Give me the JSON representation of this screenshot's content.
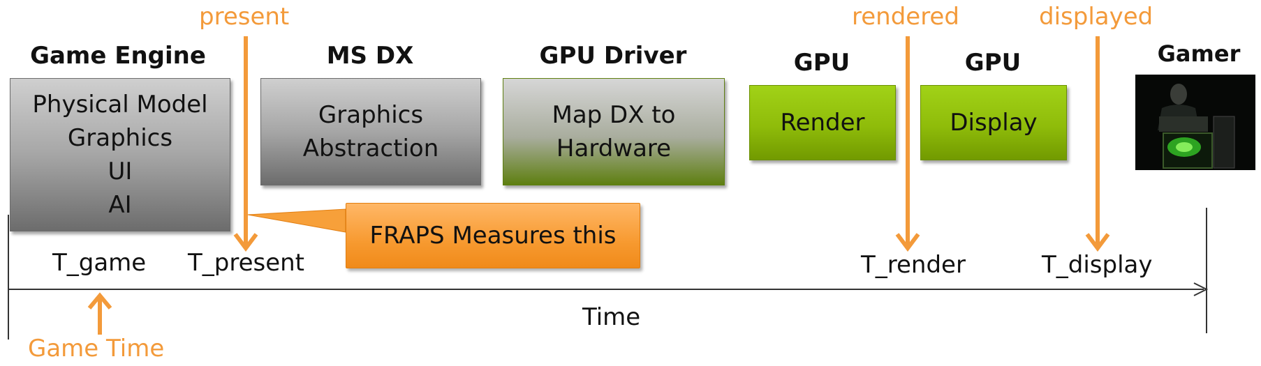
{
  "headings": {
    "game_engine": "Game Engine",
    "ms_dx": "MS DX",
    "gpu_driver": "GPU Driver",
    "gpu_render": "GPU",
    "gpu_display": "GPU",
    "gamer": "Gamer"
  },
  "markers": {
    "present": "present",
    "rendered": "rendered",
    "displayed": "displayed",
    "game_time": "Game Time"
  },
  "boxes": {
    "game_engine": [
      "Physical Model",
      "Graphics",
      "UI",
      "AI"
    ],
    "ms_dx": [
      "Graphics",
      "Abstraction"
    ],
    "gpu_driver": [
      "Map DX to",
      "Hardware"
    ],
    "render": "Render",
    "display": "Display"
  },
  "callout": "FRAPS Measures this",
  "timeline": {
    "t_game": "T_game",
    "t_present": "T_present",
    "t_render": "T_render",
    "t_display": "T_display",
    "axis_label": "Time"
  },
  "colors": {
    "accent_orange": "#f39a3a",
    "gpu_green": "#8fbc0a",
    "box_grey": "#a6a6a6"
  }
}
